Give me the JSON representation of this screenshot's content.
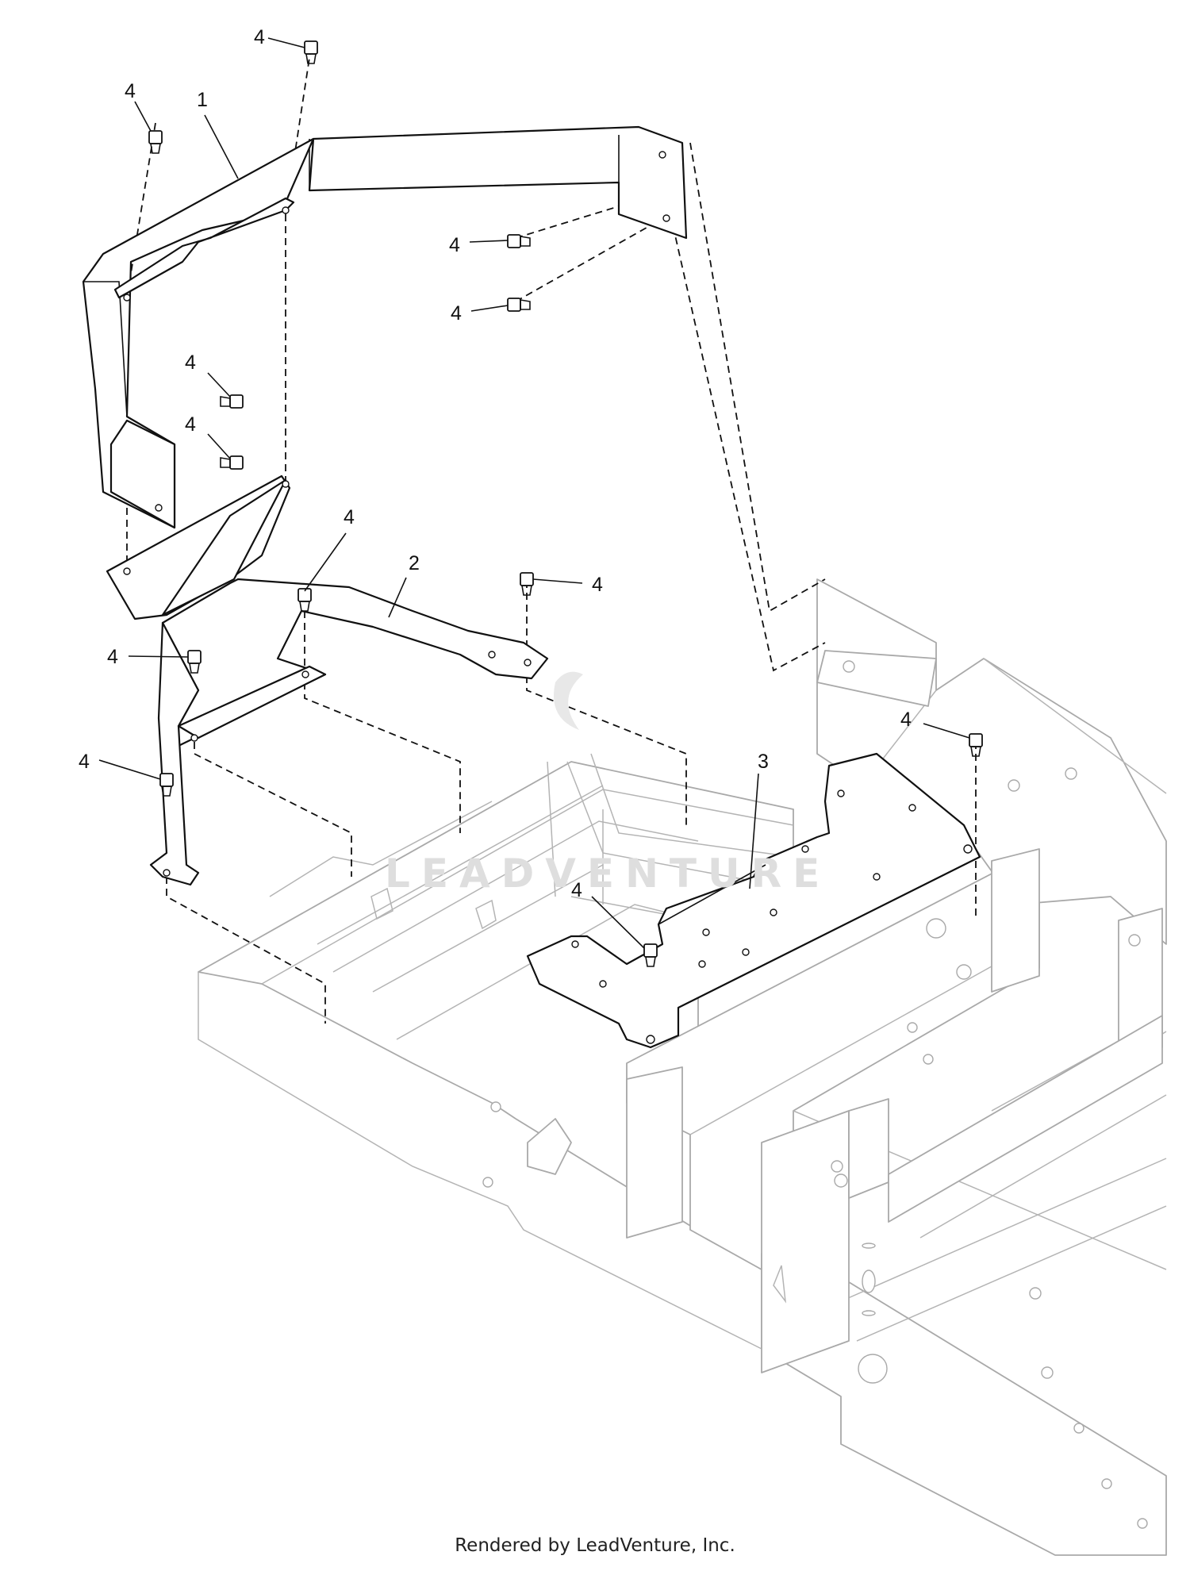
{
  "callouts": {
    "part_1": "1",
    "part_2": "2",
    "part_3": "3",
    "screw": "4"
  },
  "watermark": "LEADVENTURE",
  "footer": "Rendered by LeadVenture, Inc."
}
